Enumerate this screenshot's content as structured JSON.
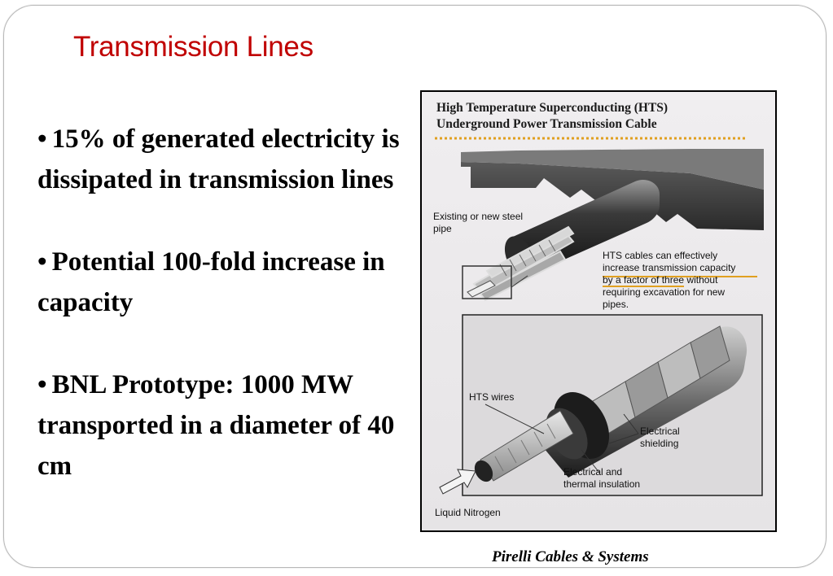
{
  "slide": {
    "title": "Transmission Lines",
    "bullets": [
      {
        "marker": "•",
        "text": "15% of generated electricity is dissipated in transmission lines"
      },
      {
        "marker": "•",
        "text": "Potential 100-fold increase in capacity"
      },
      {
        "marker": "•",
        "text": "BNL Prototype: 1000 MW transported in a diameter of 40 cm"
      }
    ],
    "credit": "Pirelli Cables & Systems"
  },
  "figure": {
    "title_line1": "High Temperature Superconducting (HTS)",
    "title_line2": "Underground Power Transmission Cable",
    "label_pipe_1": "Existing or new steel",
    "label_pipe_2": "pipe",
    "caption_1": "HTS cables can effectively",
    "caption_2": "increase transmission capacity",
    "caption_3a": "by a factor of three",
    "caption_3b": " without",
    "caption_4": "requiring excavation for new",
    "caption_5": "pipes.",
    "label_hts_wires": "HTS wires",
    "label_shield_1": "Electrical",
    "label_shield_2": "shielding",
    "label_insul_1": "Electrical and",
    "label_insul_2": "thermal insulation",
    "label_ln2": "Liquid Nitrogen"
  },
  "colors": {
    "title": "#c00000",
    "accent_dotted": "#e0a020"
  }
}
